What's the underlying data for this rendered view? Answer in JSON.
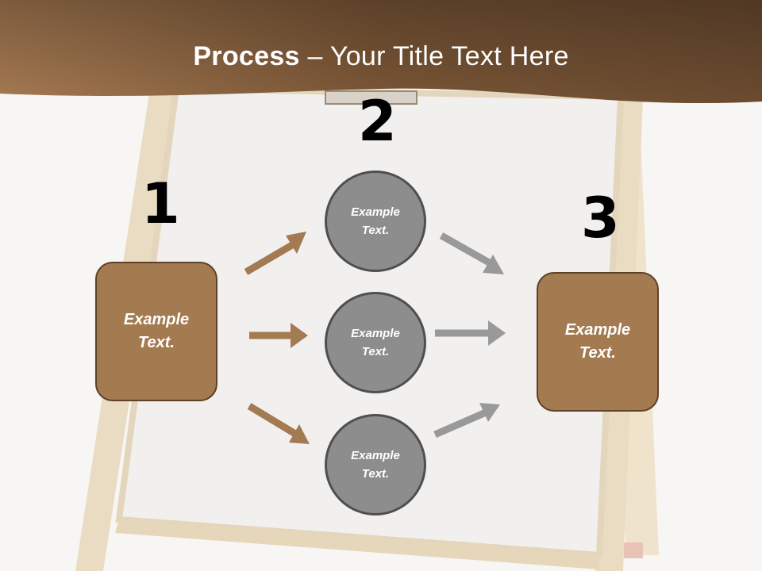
{
  "title": {
    "bold": "Process",
    "rest": " – Your Title Text Here"
  },
  "steps": [
    {
      "number": "1"
    },
    {
      "number": "2"
    },
    {
      "number": "3"
    }
  ],
  "start_box": {
    "line1": "Example",
    "line2": "Text."
  },
  "middle_circles": [
    {
      "line1": "Example",
      "line2": "Text."
    },
    {
      "line1": "Example",
      "line2": "Text."
    },
    {
      "line1": "Example",
      "line2": "Text."
    }
  ],
  "end_box": {
    "line1": "Example",
    "line2": "Text."
  },
  "colors": {
    "header_brown": "#7a5636",
    "box_fill": "#a47a51",
    "circle_fill": "#8d8d8d",
    "arrow_brown": "#a37a52",
    "arrow_gray": "#999999",
    "easel_wood": "#eadcc2"
  }
}
